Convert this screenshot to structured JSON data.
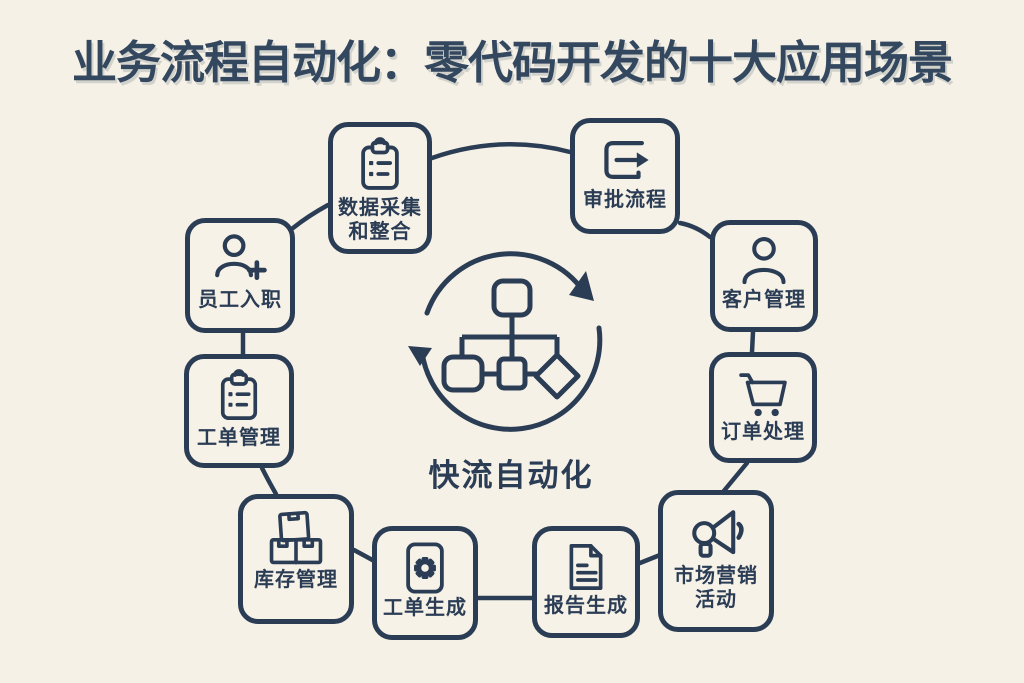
{
  "title": "业务流程自动化：零代码开发的十大应用场景",
  "center": {
    "label": "快流自动化",
    "icon": "flowchart-cycle-icon"
  },
  "colors": {
    "background": "#f6f1e6",
    "box_fill": "#f7f2e8",
    "ink": "#2b3d55",
    "title_ink": "#33475f"
  },
  "nodes": [
    {
      "id": "data-collection",
      "lines": [
        "数据采集",
        "和整合"
      ],
      "icon": "clipboard-list-icon"
    },
    {
      "id": "approval-flow",
      "lines": [
        "审批流程"
      ],
      "icon": "export-arrow-icon"
    },
    {
      "id": "customer-management",
      "lines": [
        "客户管理"
      ],
      "icon": "person-icon"
    },
    {
      "id": "order-processing",
      "lines": [
        "订单处理"
      ],
      "icon": "shopping-cart-icon"
    },
    {
      "id": "marketing-campaigns",
      "lines": [
        "市场营销",
        "活动"
      ],
      "icon": "megaphone-icon"
    },
    {
      "id": "report-generation",
      "lines": [
        "报告生成"
      ],
      "icon": "document-icon"
    },
    {
      "id": "ticket-generation",
      "lines": [
        "工单生成"
      ],
      "icon": "gear-icon"
    },
    {
      "id": "inventory-management",
      "lines": [
        "库存管理"
      ],
      "icon": "boxes-icon"
    },
    {
      "id": "work-order-management",
      "lines": [
        "工单管理"
      ],
      "icon": "clipboard-list-icon"
    },
    {
      "id": "employee-onboarding",
      "lines": [
        "员工入职"
      ],
      "icon": "person-plus-icon"
    }
  ]
}
